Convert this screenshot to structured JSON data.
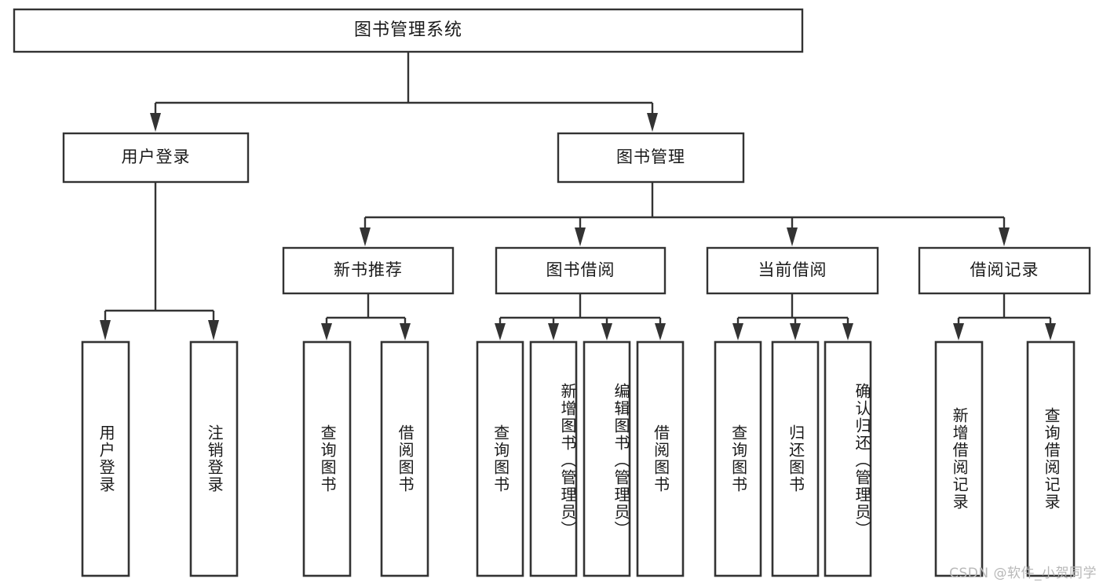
{
  "diagram": {
    "title": "图书管理系统",
    "type": "tree-hierarchy",
    "root": {
      "label": "图书管理系统"
    },
    "level2": [
      {
        "label": "用户登录"
      },
      {
        "label": "图书管理"
      }
    ],
    "level3": [
      {
        "label": "新书推荐"
      },
      {
        "label": "图书借阅"
      },
      {
        "label": "当前借阅"
      },
      {
        "label": "借阅记录"
      }
    ],
    "leaves": {
      "user_login": [
        {
          "label": "用户登录"
        },
        {
          "label": "注销登录"
        }
      ],
      "new_book_recommend": [
        {
          "label": "查询图书"
        },
        {
          "label": "借阅图书"
        }
      ],
      "book_borrow": [
        {
          "label": "查询图书"
        },
        {
          "label": "新增图书（管理员）"
        },
        {
          "label": "编辑图书（管理员）"
        },
        {
          "label": "借阅图书"
        }
      ],
      "current_borrow": [
        {
          "label": "查询图书"
        },
        {
          "label": "归还图书"
        },
        {
          "label": "确认归还（管理员）"
        }
      ],
      "borrow_record": [
        {
          "label": "新增借阅记录"
        },
        {
          "label": "查询借阅记录"
        }
      ]
    }
  },
  "watermark": {
    "text": "CSDN @软件_小贺同学"
  },
  "colors": {
    "stroke": "#333333",
    "fill": "#ffffff",
    "text": "#1a1a1a",
    "watermark": "#b8b8b8"
  }
}
